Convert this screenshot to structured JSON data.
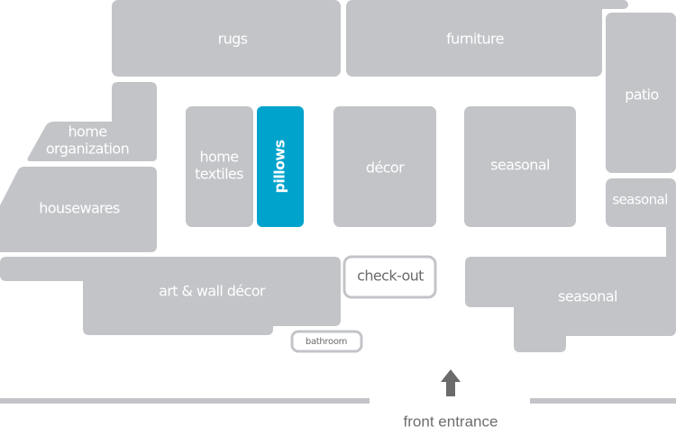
{
  "map": {
    "colors": {
      "zone": "#c2c4c8",
      "highlight": "#00a3cc",
      "label_light": "#ffffff",
      "label_dark": "#6b6b6b"
    },
    "highlighted_zone": "pillows",
    "zones": {
      "rugs": "rugs",
      "furniture": "furniture",
      "patio": "patio",
      "home_organization_line1": "home",
      "home_organization_line2": "organization",
      "home_textiles_line1": "home",
      "home_textiles_line2": "textiles",
      "pillows": "pillows",
      "decor": "décor",
      "seasonal_center": "seasonal",
      "seasonal_right": "seasonal",
      "housewares": "housewares",
      "art_wall_decor": "art & wall décor",
      "check_out": "check-out",
      "bathroom": "bathroom",
      "seasonal_bottom": "seasonal"
    },
    "entrance": {
      "label": "front entrance",
      "icon": "arrow-up-icon"
    }
  }
}
